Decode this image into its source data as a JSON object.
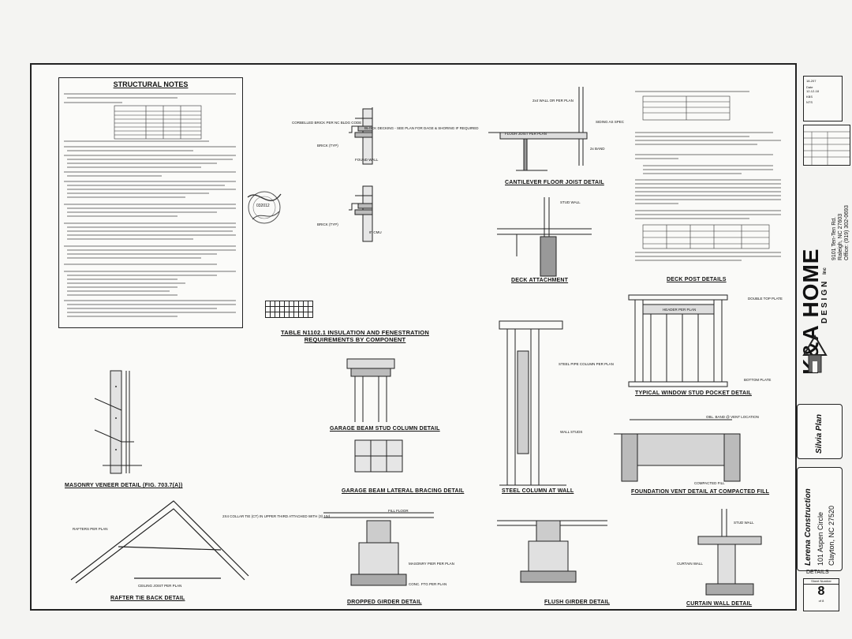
{
  "notes": {
    "title": "STRUCTURAL NOTES"
  },
  "captions": {
    "table_n1102": "TABLE N1102.1 INSULATION AND FENESTRATION REQUIREMENTS BY COMPONENT",
    "cantilever": "CANTILEVER FLOOR JOIST DETAIL",
    "deck_attach": "DECK ATTACHMENT",
    "deck_post": "DECK POST DETAILS",
    "window_stud": "TYPICAL WINDOW STUD POCKET DETAIL",
    "masonry_veneer": "MASONRY VENEER DETAIL (FIG. 703.7(A))",
    "garage_beam_stud": "GARAGE BEAM STUD COLUMN DETAIL",
    "garage_beam_lateral": "GARAGE BEAM LATERAL BRACING DETAIL",
    "steel_column": "STEEL COLUMN AT WALL",
    "foundation_vent": "FOUNDATION VENT DETAIL AT COMPACTED FILL",
    "rafter_tie": "RAFTER TIE BACK DETAIL",
    "dropped_girder": "DROPPED GIRDER DETAIL",
    "flush_girder": "FLUSH GIRDER DETAIL",
    "curtain_wall": "CURTAIN WALL DETAIL"
  },
  "labels": {
    "corbelled_brick": "CORBELLED BRICK PER NC BLDG CODE",
    "brick_typ": "BRICK (TYP)",
    "found_wall": "FOUND WALL",
    "block_dec": "BLOCK DECKING - SEE PLAN FOR DAGE & SHORING IF REQUIRED",
    "cmu": "8\" CMU",
    "sheathing": "SIDING AS SPEC",
    "floor_joist": "FLOOR JOIST PER PLAN",
    "band": "2x BAND",
    "wall_or_plan": "2x4 WALL OR PER PLAN",
    "double_top": "DOUBLE TOP PLATE",
    "header": "HEADER PER PLAN",
    "bottom_plate": "BOTTOM PLATE",
    "stud_wall": "STUD WALL",
    "steel_pipe": "STEEL PIPE COLUMN PER PLAN",
    "wall_studs": "WALL STUDS",
    "ceiling_joist": "CEILING JOIST PER PLAN",
    "rafters": "RAFTERS PER PLAN",
    "collar_tie": "2X4 COLLAR TIE (CT) IN UPPER THIRD ATTACHED WITH (3) 10d",
    "fill_floor": "FILL FLOOR",
    "masonry_pier": "MASONRY PIER PER PLAN",
    "conc_ftg": "CONC. FTG PER PLAN",
    "curtain_wall_lbl": "CURTAIN WALL",
    "vent_location": "OBL. BAND @ VENT LOCATION",
    "compacted_fill": "COMPACTED FILL"
  },
  "title_block": {
    "rev_date_label": "Date",
    "rev_date": "12-12-18",
    "job_no": "18-207",
    "drawn_by": "KBS",
    "scale": "NTS",
    "firm_name_top": "K&A",
    "firm_name_bottom": "HOME",
    "firm_design": "DESIGN",
    "firm_inc": "Inc",
    "firm_addr1": "9101 Ten-Ten Rd.",
    "firm_addr2": "Raleigh, NC 27603",
    "firm_phone": "Office: (919) 302-0693",
    "plan_name": "Silvia Plan",
    "client": "Lerena Construction",
    "client_addr1": "101 Aspen Circle",
    "client_addr2": "Clayton, NC 27520",
    "details": "DETAILS",
    "sheet_label": "Sheet Number",
    "sheet_no": "8",
    "sheet_of": "of 8"
  },
  "seal": {
    "number": "032012"
  },
  "colors": {
    "ink": "#222222",
    "paper": "#fafaf8",
    "background": "#d9d9d9"
  }
}
